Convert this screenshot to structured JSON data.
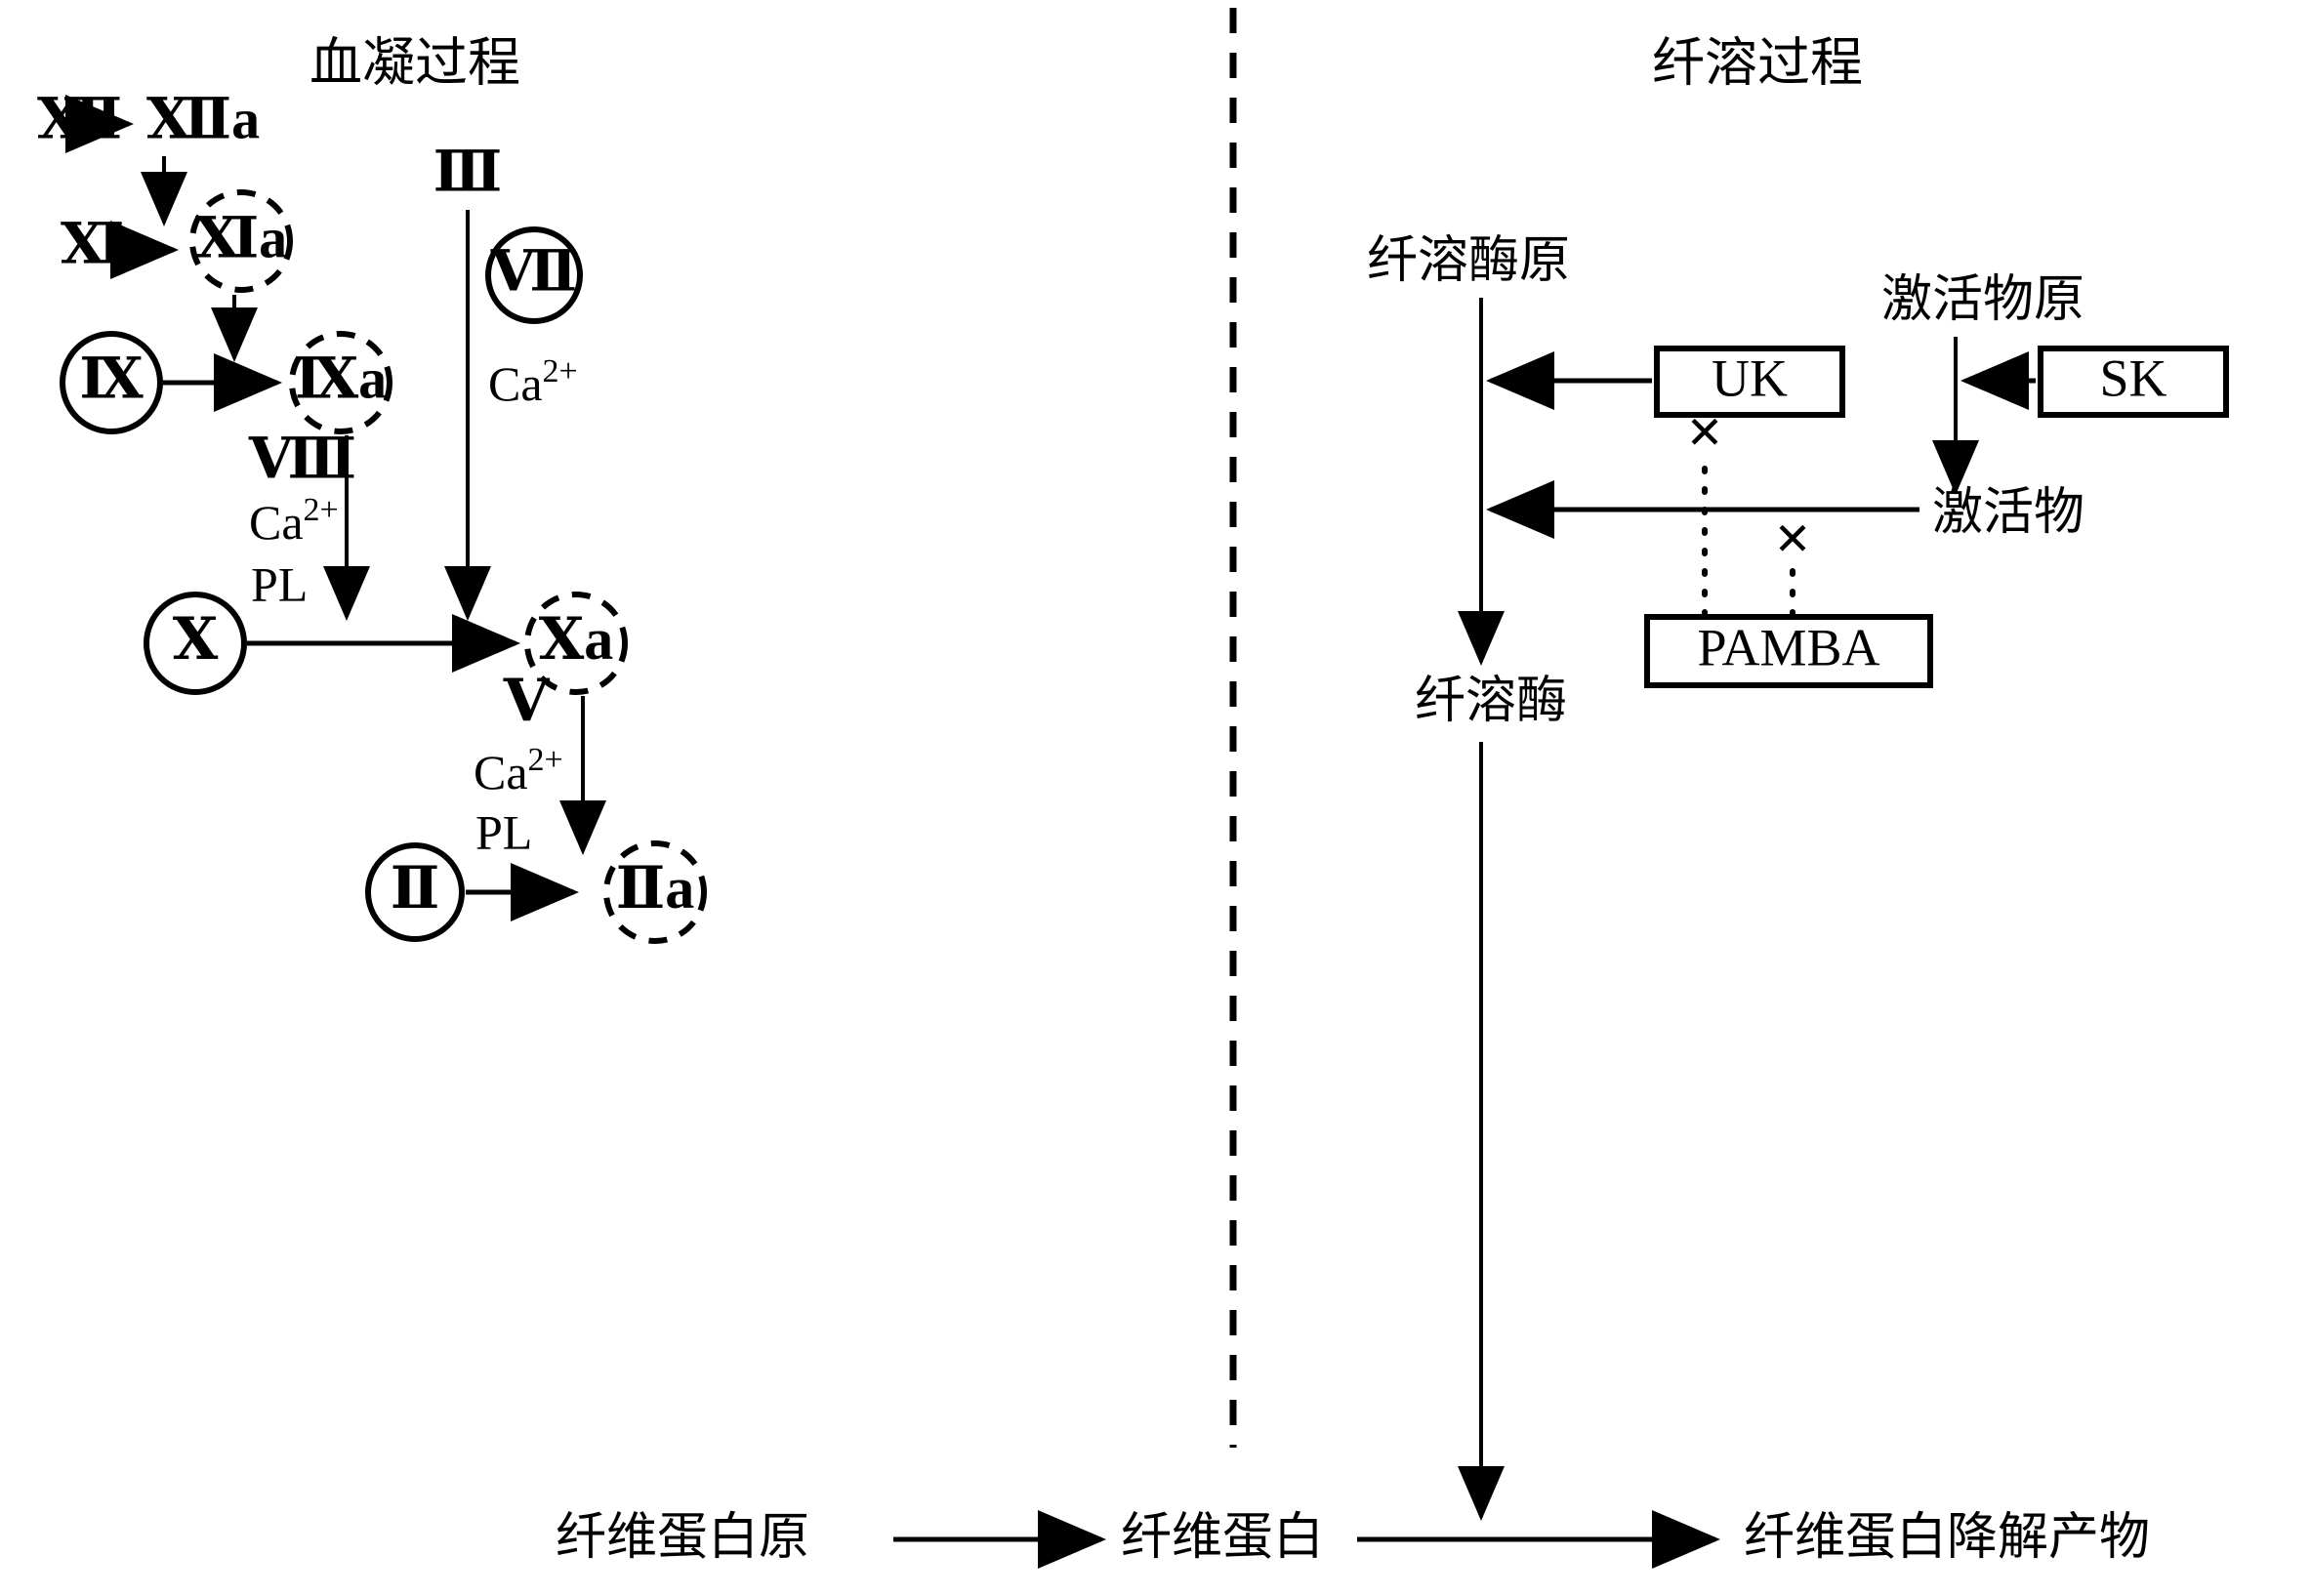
{
  "diagram": {
    "title_left": "血凝过程",
    "title_right": "纤溶过程",
    "coagulation": {
      "factor_xii": "Ⅻ",
      "factor_xiia": "Ⅻa",
      "factor_xi": "Ⅺ",
      "factor_xia": "Ⅺa",
      "factor_ix": "Ⅸ",
      "factor_ixa": "Ⅸa",
      "factor_iii": "Ⅲ",
      "factor_vii": "Ⅶ",
      "factor_viii": "Ⅷ",
      "factor_x": "Ⅹ",
      "factor_xa": "Ⅹa",
      "factor_v": "Ⅴ",
      "factor_ii": "Ⅱ",
      "factor_iia": "Ⅱa",
      "calcium_1": "Ca",
      "calcium_1_sup": "2+",
      "calcium_2": "Ca",
      "calcium_2_sup": "2+",
      "calcium_3": "Ca",
      "calcium_3_sup": "2+",
      "pl_1": "PL",
      "pl_2": "PL"
    },
    "fibrinolysis": {
      "plasminogen": "纤溶酶原",
      "plasmin": "纤溶酶",
      "activator_proenzyme": "激活物原",
      "activator": "激活物",
      "uk": "UK",
      "sk": "SK",
      "pamba": "PAMBA",
      "inhibit_mark_1": "✕",
      "inhibit_mark_2": "✕"
    },
    "bottom": {
      "fibrinogen": "纤维蛋白原",
      "fibrin": "纤维蛋白",
      "fdp": "纤维蛋白降解产物"
    },
    "colors": {
      "stroke": "#000000",
      "background": "#ffffff"
    }
  }
}
